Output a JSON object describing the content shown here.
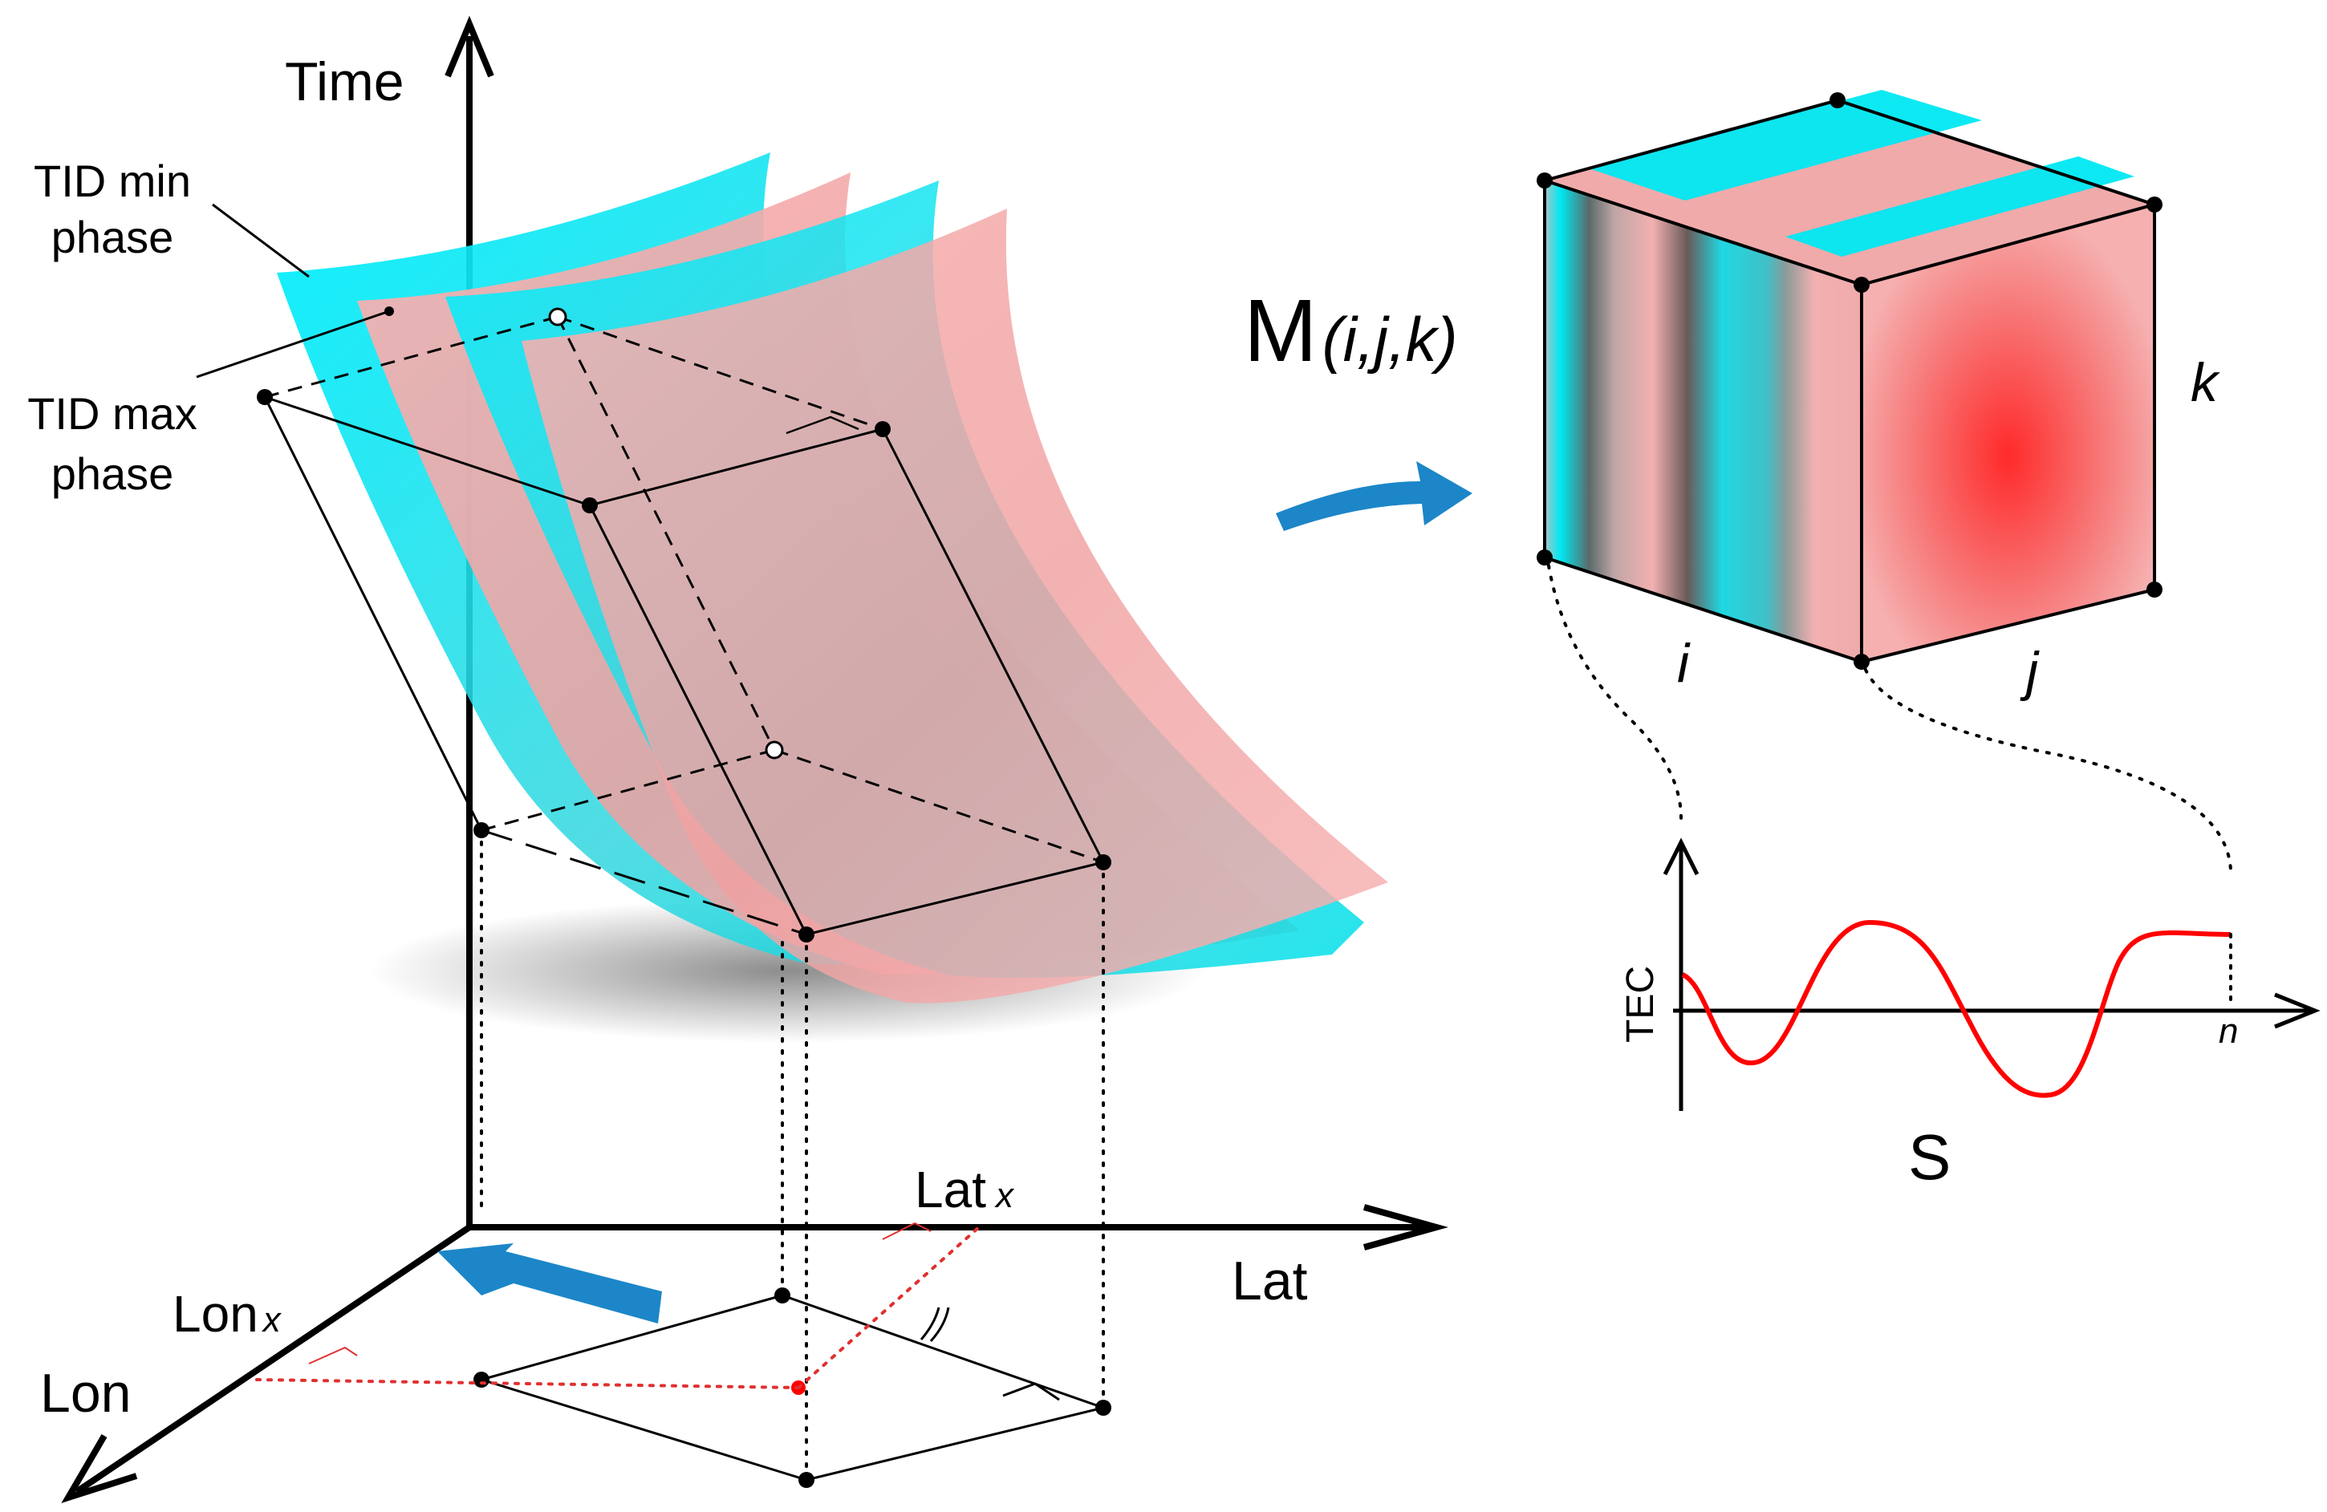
{
  "labels": {
    "time": "Time",
    "tid_min_line1": "TID min",
    "tid_min_line2": "phase",
    "tid_max_line1": "TID max",
    "tid_max_line2": "phase",
    "lat": "Lat",
    "lat_x_main": "Lat",
    "lat_x_sub": "x",
    "lon": "Lon",
    "lon_x_main": "Lon",
    "lon_x_sub": "x",
    "matrix_M": "M",
    "matrix_args": "(i,j,k)",
    "cube_i": "i",
    "cube_j": "j",
    "cube_k": "k",
    "tec": "TEC",
    "n": "n",
    "series_S": "S"
  },
  "colors": {
    "tid_min_phase": "#00e5f0",
    "tid_max_phase": "#f7a9a9",
    "arrow_blue": "#1c86c8",
    "tec_curve": "#ff0000",
    "cube_hotspot": "#ff3333",
    "axis": "#000000"
  },
  "icons": {
    "transfer_arrow": "curved-arrow-icon",
    "tid_direction": "wide-arrow-icon"
  }
}
